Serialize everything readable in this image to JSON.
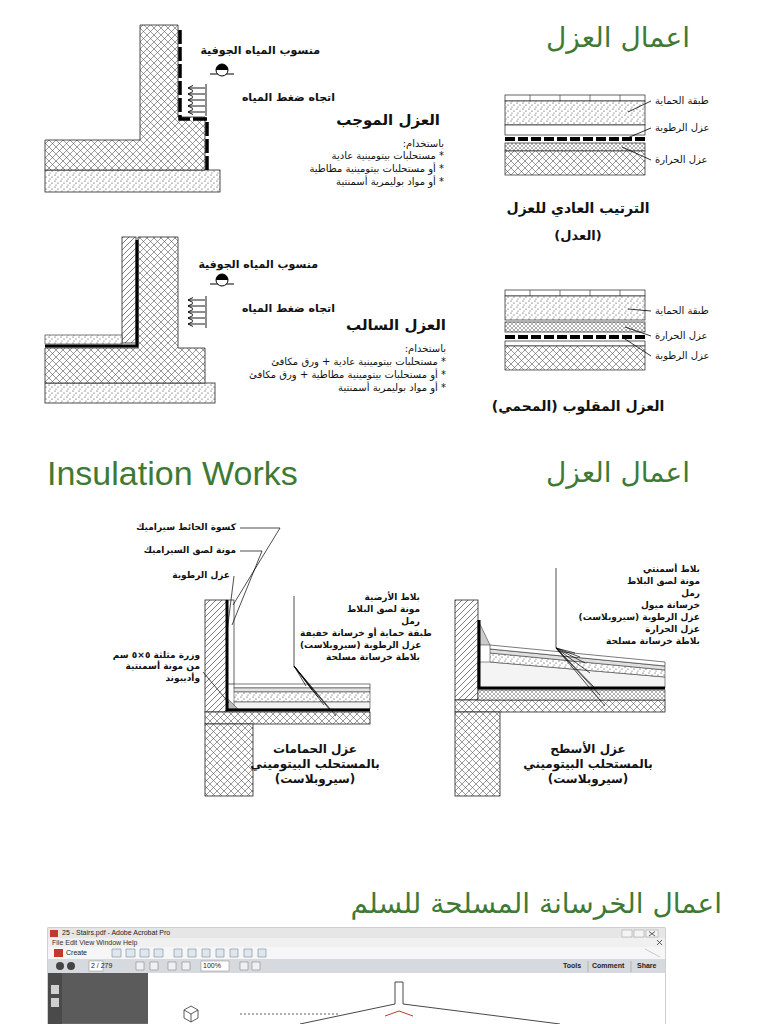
{
  "diagram": {
    "title": "اعمال العزل",
    "labels": [
      "منسوب المياه الجوفية",
      "اتجاه ضغط المياه",
      "العزل الموجب",
      "باستخدام:",
      "* مستحلبات بيتومينية عادية",
      "* أو مستحلبات بيتومينية مطاطية",
      "* أو مواد بوليمرية أسمنتية",
      "منسوب المياه الجوفية",
      "اتجاه ضغط المياه",
      "العزل السالب",
      "باستخدام:",
      "* مستحلبات بيتومينية عادية + ورق مكافئ",
      "* أو مستحلبات بيتومينية مطاطية + ورق مكافئ",
      "* أو مواد بوليمرية أسمنتية",
      "طبقة الحماية",
      "عزل الرطوبة",
      "عزل الحرارة",
      "الترتيب العادي للعزل",
      "(العدل)",
      "طبقة الحماية",
      "عزل الحرارة",
      "عزل الرطوبة",
      "العزل المقلوب (المحمي)",
      "Insulation Works",
      "اعمال العزل",
      "كسوة الحائط سيراميك",
      "مونة لصق السيراميك",
      "عزل الرطوبة",
      "وزرة مثلثة ٥×٥ سم من مونة أسمنتية وأديبوند",
      "بلاط الأرضية",
      "مونة لصق البلاط",
      "رمل",
      "طبقة حماية أو خرسانة خفيفة",
      "عزل الرطوبة (سيروبلاست)",
      "بلاطة خرسانة مسلحة",
      "عزل الحمامات بالمستحلب البيتوميني (سيروبلاست)",
      "بلاط أسمنتي",
      "مونة لصق البلاط",
      "رمل",
      "خرسانة ميول",
      "عزل الرطوبة (سيروبلاست)",
      "عزل الحرارة",
      "بلاطة خرسانة مسلحة",
      "عزل الأسطح بالمستحلب البيتوميني (سيروبلاست)",
      "اعمال الخرسانة المسلحة للسلم",
      "25 - Stairs.pdf - Adobe Acrobat Pro",
      "File Edit View Window Help",
      "Create",
      "2 / 279",
      "100%",
      "Tools",
      "Comment",
      "Share"
    ]
  }
}
